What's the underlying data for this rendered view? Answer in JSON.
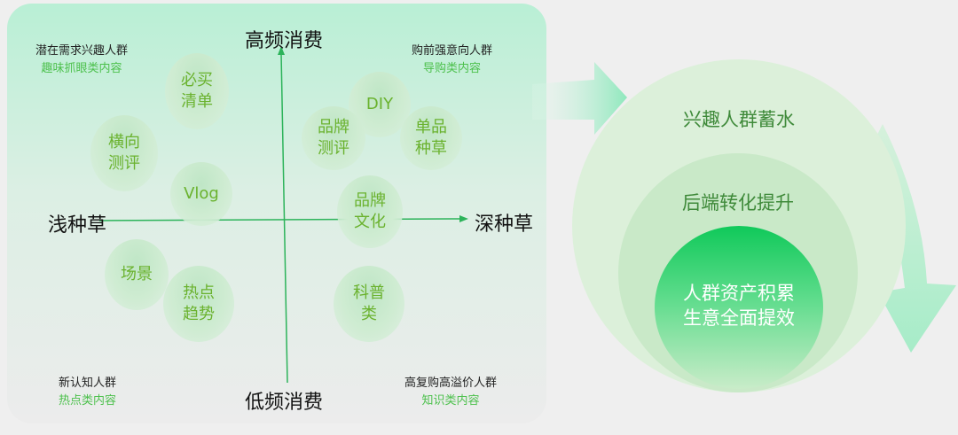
{
  "axes": {
    "top": "高频消费",
    "bottom": "低频消费",
    "left": "浅种草",
    "right": "深种草"
  },
  "quadrants": [
    {
      "audience": "潜在需求兴趣人群",
      "content": "趣味抓眼类内容"
    },
    {
      "audience": "购前强意向人群",
      "content": "导购类内容"
    },
    {
      "audience": "新认知人群",
      "content": "热点类内容"
    },
    {
      "audience": "高复购高溢价人群",
      "content": "知识类内容"
    }
  ],
  "bubbles": [
    "必买\n清单",
    "横向\n测评",
    "Vlog",
    "DIY",
    "品牌\n测评",
    "单品\n种草",
    "品牌\n文化",
    "场景",
    "热点\n趋势",
    "科普\n类"
  ],
  "circles": {
    "outer": "兴趣人群蓄水",
    "middle": "后端转化提升",
    "inner_line1": "人群资产积累",
    "inner_line2": "生意全面提效"
  },
  "colors": {
    "accent": "#1fc85a",
    "text_green": "#6ab22e"
  }
}
